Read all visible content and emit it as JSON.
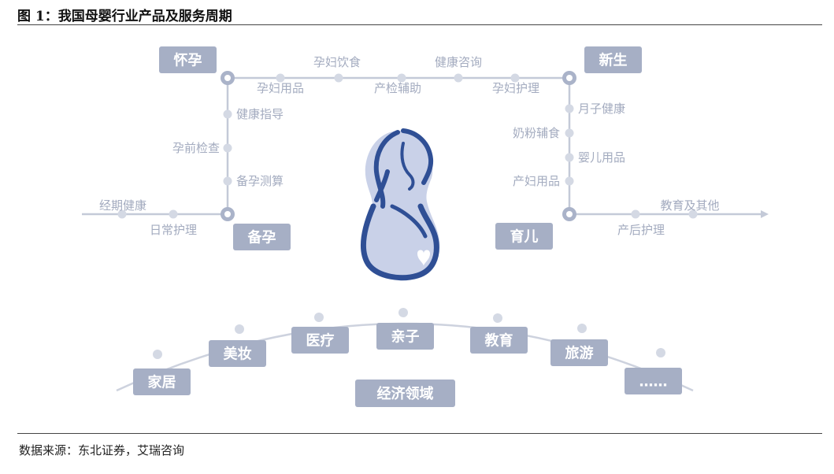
{
  "figure": {
    "title": "图 1：我国母婴行业产品及服务周期",
    "source": "数据来源：东北证券，艾瑞咨询"
  },
  "stages": {
    "pregnancy": "怀孕",
    "newborn": "新生",
    "prep": "备孕",
    "parenting": "育儿"
  },
  "top_items": {
    "maternity_diet": "孕妇饮食",
    "health_consult": "健康咨询",
    "maternity_goods": "孕妇用品",
    "prenatal_aid": "产检辅助",
    "maternity_care": "孕妇护理"
  },
  "left_items": {
    "health_guidance": "健康指导",
    "prepregnancy_check": "孕前检查",
    "conception_calc": "备孕测算",
    "menstrual_health": "经期健康",
    "daily_care": "日常护理"
  },
  "right_items": {
    "confinement_health": "月子健康",
    "formula_food": "奶粉辅食",
    "baby_goods": "婴儿用品",
    "postpartum_goods": "产妇用品",
    "education_other": "教育及其他",
    "postpartum_care": "产后护理"
  },
  "economy": {
    "label": "经济领域",
    "fields": {
      "home": "家居",
      "beauty": "美妆",
      "medical": "医疗",
      "parent_child": "亲子",
      "education": "教育",
      "travel": "旅游",
      "more": "……"
    }
  },
  "icons": {
    "center": "pregnant-woman-icon"
  }
}
